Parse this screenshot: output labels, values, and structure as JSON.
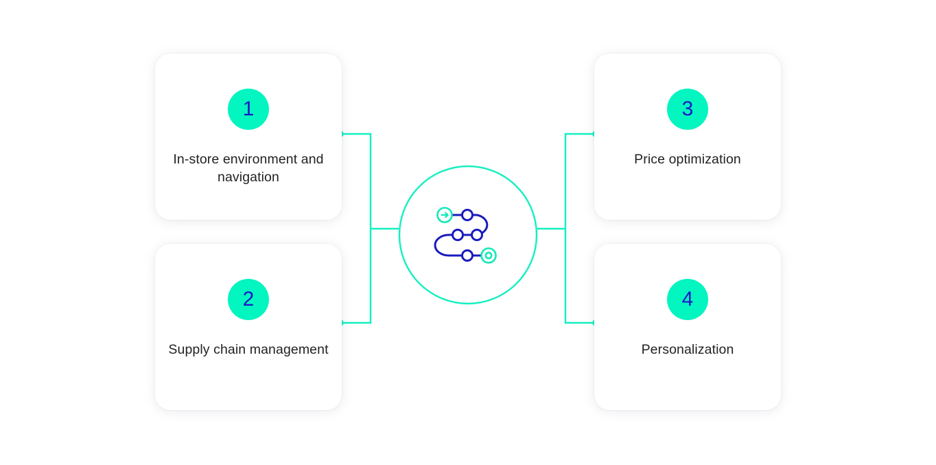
{
  "diagram": {
    "title": "Retail AI use cases hub-and-spoke diagram",
    "type": "hub-and-spoke",
    "colors": {
      "accent_green": "#03F5C0",
      "connector_green": "#12F0C0",
      "number_blue": "#1B18C8",
      "path_blue": "#1A1ABE",
      "label_text": "#222222",
      "card_background": "#FFFFFF",
      "page_background": "#FFFFFF"
    },
    "hub": {
      "icon_name": "route-path-icon",
      "ring_color": "#12F0C0",
      "start_marker": "arrow-right-in-circle",
      "end_marker": "target-bullseye",
      "node_count": 4,
      "label": ""
    },
    "cards": [
      {
        "number": "1",
        "label": "In-store environment and navigation",
        "position": "top-left"
      },
      {
        "number": "2",
        "label": "Supply chain management",
        "position": "bottom-left"
      },
      {
        "number": "3",
        "label": "Price optimization",
        "position": "top-right"
      },
      {
        "number": "4",
        "label": "Personalization",
        "position": "bottom-right"
      }
    ]
  }
}
